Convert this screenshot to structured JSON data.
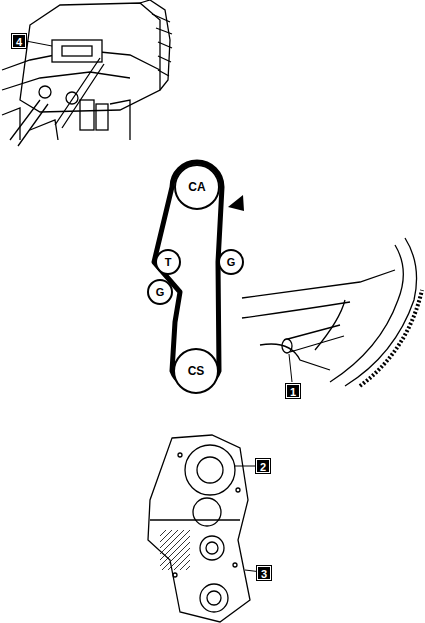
{
  "diagram": {
    "nodes": [
      {
        "text": [
          "CA"
        ]
      },
      {
        "text": [
          "T"
        ]
      },
      {
        "text": [
          "G"
        ]
      },
      {
        "text": [
          "G"
        ]
      },
      {
        "text": [
          "CS"
        ]
      }
    ],
    "labels": [
      "4",
      "1",
      "2",
      "3"
    ]
  }
}
